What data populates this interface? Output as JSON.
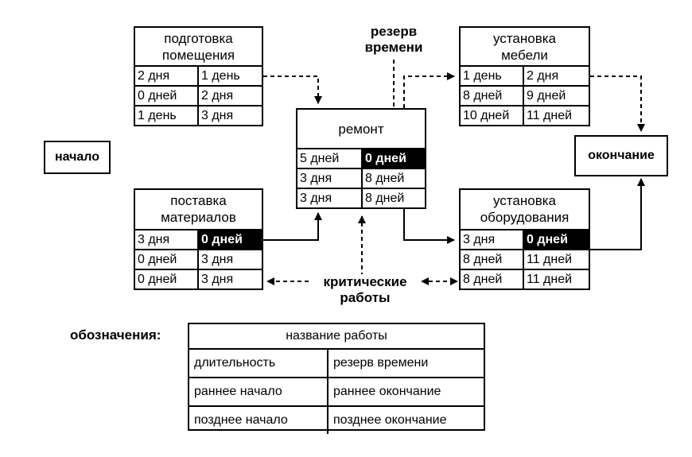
{
  "nodes": {
    "prep": {
      "title_lines": [
        "подготовка",
        "помещения"
      ],
      "rows": [
        [
          "2 дня",
          "1 день"
        ],
        [
          "0 дней",
          "2 дня"
        ],
        [
          "1 день",
          "3 дня"
        ]
      ],
      "critical": false
    },
    "repair": {
      "title_lines": [
        "ремонт"
      ],
      "rows": [
        [
          "5 дней",
          "0 дней"
        ],
        [
          "3 дня",
          "8 дней"
        ],
        [
          "3 дня",
          "8 дней"
        ]
      ],
      "critical": true
    },
    "furniture": {
      "title_lines": [
        "установка",
        "мебели"
      ],
      "rows": [
        [
          "1 день",
          "2 дня"
        ],
        [
          "8 дней",
          "9 дней"
        ],
        [
          "10 дней",
          "11 дней"
        ]
      ],
      "critical": false
    },
    "supply": {
      "title_lines": [
        "поставка",
        "материалов"
      ],
      "rows": [
        [
          "3 дня",
          "0 дней"
        ],
        [
          "0 дней",
          "3 дня"
        ],
        [
          "0 дней",
          "3 дня"
        ]
      ],
      "critical": true
    },
    "equipment": {
      "title_lines": [
        "установка",
        "оборудования"
      ],
      "rows": [
        [
          "3 дня",
          "0 дней"
        ],
        [
          "8 дней",
          "11 дней"
        ],
        [
          "8 дней",
          "11 дней"
        ]
      ],
      "critical": true
    }
  },
  "terminals": {
    "start": "начало",
    "end": "окончание"
  },
  "callouts": {
    "slack": [
      "резерв",
      "времени"
    ],
    "critical": [
      "критические",
      "работы"
    ]
  },
  "legend": {
    "label": "обозначения:",
    "title": "название работы",
    "rows": [
      [
        "длительность",
        "резерв времени"
      ],
      [
        "раннее начало",
        "раннее окончание"
      ],
      [
        "позднее начало",
        "позднее окончание"
      ]
    ]
  }
}
